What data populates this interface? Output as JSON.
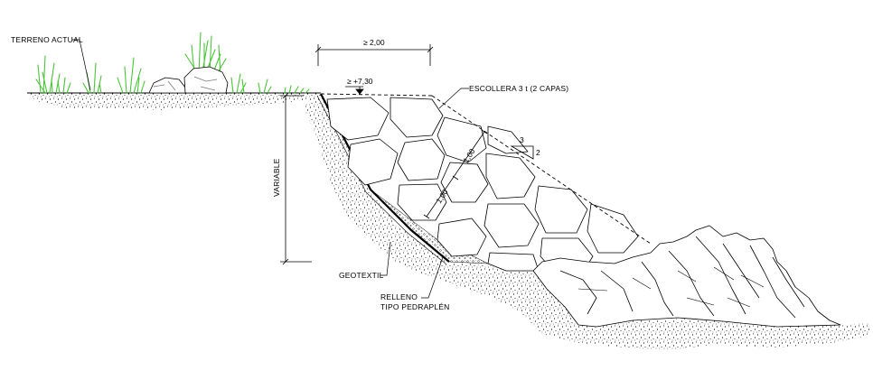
{
  "labels": {
    "terreno_actual": "TERRENO ACTUAL",
    "escollera": "ESCOLLERA 3 t (2 CAPAS)",
    "geotextil": "GEOTEXTIL",
    "relleno_line1": "RELLENO",
    "relleno_line2": "TIPO PEDRAPLÉN",
    "variable": "VARIABLE"
  },
  "dimensions": {
    "crest_width": "≥ 2,00",
    "crest_elevation": "≥ +7,30",
    "layer_thickness_1": "1,00",
    "layer_thickness_2": "1,00",
    "slope_run": "3",
    "slope_rise": "2"
  },
  "colors": {
    "line": "#000000",
    "grass": "#4cc43a",
    "grass_dark": "#2f8f25",
    "boulder": "#7a7a7a"
  }
}
